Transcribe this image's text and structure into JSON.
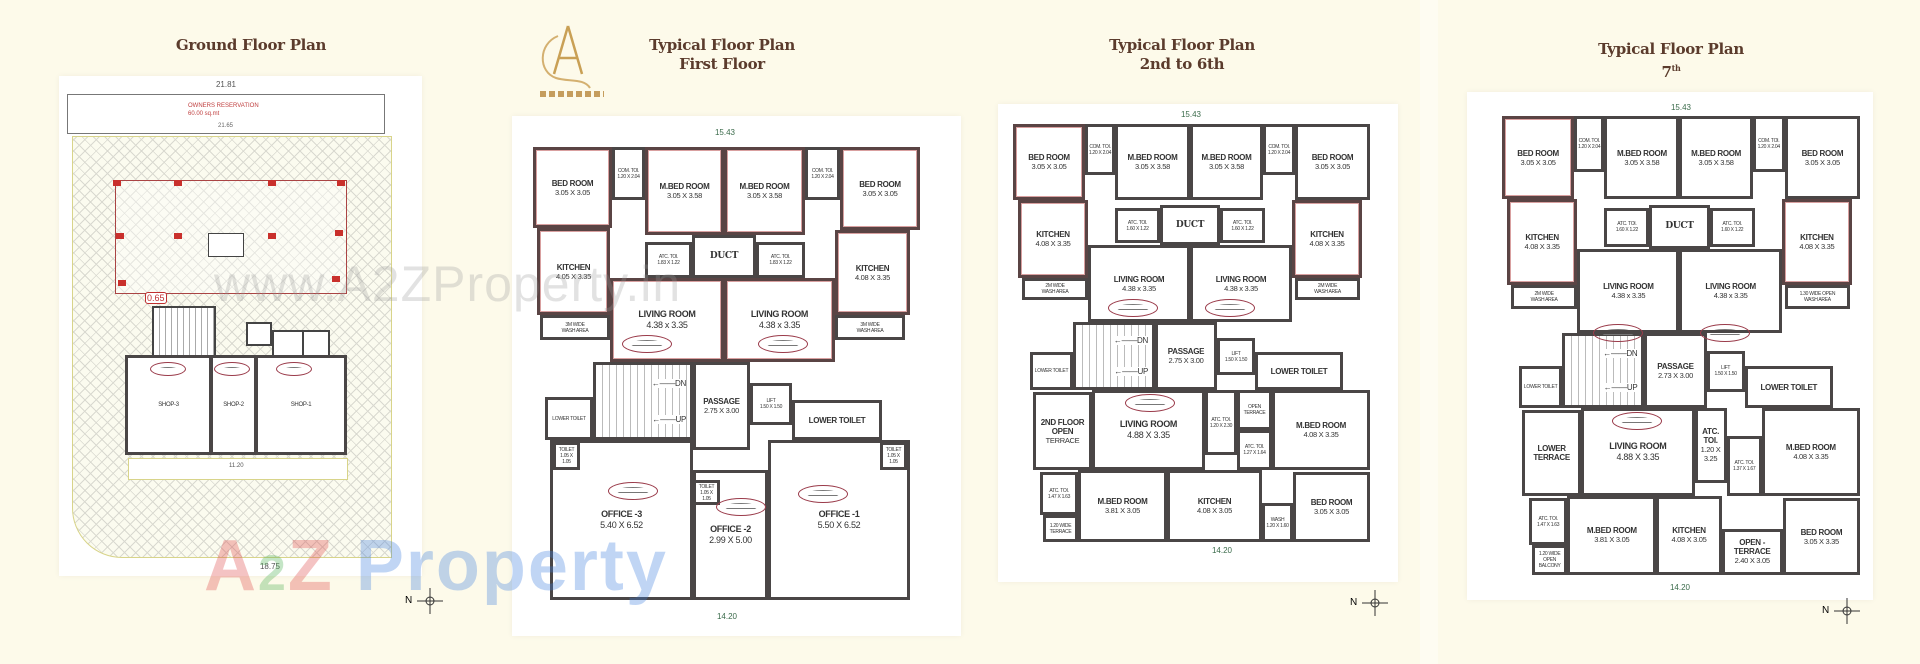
{
  "titles": {
    "ground": "Ground Floor Plan",
    "first_l1": "Typical Floor Plan",
    "first_l2": "First Floor",
    "typ_l1": "Typical Floor Plan",
    "typ_l2": "2nd to 6th",
    "top_l1": "Typical Floor Plan",
    "top_l2": "7",
    "top_sup": "th"
  },
  "watermark": {
    "site": "www.A2ZProperty.in",
    "brand_a": "A",
    "brand_2": "2",
    "brand_z": "Z",
    "brand_rest": "Property"
  },
  "colors": {
    "title": "#5b3b2c",
    "wall": "#4a4646",
    "logo_gold": "#c9a055",
    "brand_red": "#e04848",
    "brand_green": "#4caf50",
    "brand_blue": "#3f7fe0",
    "brand_orange": "#f0a030"
  },
  "compass_label": "N",
  "ground": {
    "reservation": "OWNERS RESERVATION",
    "reservation_area": "60.00 sq.mt",
    "dim_top": "21.81",
    "dim_inner": "21.65",
    "dim_bottom": "18.75",
    "dim_drive": "11.20",
    "dim_red": "0.65",
    "shops": [
      "SHOP-3",
      "SHOP-2",
      "SHOP-1"
    ]
  },
  "plans": {
    "first": {
      "dim_top": "15.43",
      "dim_bottom": "14.20",
      "rooms": [
        {
          "name": "BED ROOM",
          "size": "3.05 X 3.05"
        },
        {
          "name": "COM. TOI.",
          "size": "1.20 X 2.04"
        },
        {
          "name": "M.BED ROOM",
          "size": "3.05 X 3.58"
        },
        {
          "name": "M.BED ROOM",
          "size": "3.05 X 3.58"
        },
        {
          "name": "COM. TOI.",
          "size": "1.20 X 2.04"
        },
        {
          "name": "BED ROOM",
          "size": "3.05 X 3.05"
        },
        {
          "name": "ATC. TOI.",
          "size": "1.83 X 1.22"
        },
        {
          "name": "DUCT",
          "size": ""
        },
        {
          "name": "ATC. TOI.",
          "size": "1.83 X 1.22"
        },
        {
          "name": "KITCHEN",
          "size": "4.05 X 3.35"
        },
        {
          "name": "KITCHEN",
          "size": "4.08 X 3.35"
        },
        {
          "name": "3M WIDE",
          "size": "WASH AREA"
        },
        {
          "name": "3M WIDE",
          "size": "WASH AREA"
        },
        {
          "name": "LIVING ROOM",
          "size": "4.38 x 3.35"
        },
        {
          "name": "LIVING ROOM",
          "size": "4.38 x 3.35"
        },
        {
          "name": "DN",
          "size": "UP"
        },
        {
          "name": "PASSAGE",
          "size": "2.75 X 3.00"
        },
        {
          "name": "LIFT",
          "size": "1.50 X 1.50"
        },
        {
          "name": "LOWER TOILET",
          "size": ""
        },
        {
          "name": "LOWER TOILET",
          "size": ""
        },
        {
          "name": "OFFICE -3",
          "size": "5.40 X 6.52"
        },
        {
          "name": "OFFICE -2",
          "size": "2.99 X 5.00"
        },
        {
          "name": "OFFICE -1",
          "size": "5.50 X 6.52"
        },
        {
          "name": "TOILET",
          "size": "1.05 X 1.05"
        },
        {
          "name": "TOILET",
          "size": "1.05 X 1.05"
        },
        {
          "name": "TOILET",
          "size": "1.05 X 1.05"
        }
      ]
    },
    "typ": {
      "dim_top": "15.43",
      "dim_bottom": "14.20",
      "rooms": [
        {
          "name": "BED ROOM",
          "size": "3.05 X 3.05"
        },
        {
          "name": "COM. TOI.",
          "size": "1.20 X 2.04"
        },
        {
          "name": "M.BED ROOM",
          "size": "3.05 X 3.58"
        },
        {
          "name": "M.BED ROOM",
          "size": "3.05 X 3.58"
        },
        {
          "name": "COM. TOI.",
          "size": "1.20 X 2.04"
        },
        {
          "name": "BED ROOM",
          "size": "3.05 X 3.05"
        },
        {
          "name": "ATC. TOI.",
          "size": "1.60 X 1.22"
        },
        {
          "name": "DUCT",
          "size": ""
        },
        {
          "name": "ATC. TOI.",
          "size": "1.60 X 1.22"
        },
        {
          "name": "KITCHEN",
          "size": "4.08 X 3.35"
        },
        {
          "name": "KITCHEN",
          "size": "4.08 X 3.35"
        },
        {
          "name": "2M WIDE",
          "size": "WASH AREA"
        },
        {
          "name": "2M WIDE",
          "size": "WASH AREA"
        },
        {
          "name": "LIVING ROOM",
          "size": "4.38 x 3.35"
        },
        {
          "name": "LIVING ROOM",
          "size": "4.38 x 3.35"
        },
        {
          "name": "DN",
          "size": "UP"
        },
        {
          "name": "PASSAGE",
          "size": "2.75 X 3.00"
        },
        {
          "name": "LIFT",
          "size": "1.50 X 1.50"
        },
        {
          "name": "LOWER TOILET",
          "size": ""
        },
        {
          "name": "LOWER TOILET",
          "size": ""
        },
        {
          "name": "2ND FLOOR OPEN",
          "size": "TERRACE"
        },
        {
          "name": "LIVING ROOM",
          "size": "4.88 X 3.35"
        },
        {
          "name": "ATC. TOI.",
          "size": "1.20 X 2.30"
        },
        {
          "name": "OPEN",
          "size": "TERRACE"
        },
        {
          "name": "ATC. TOI.",
          "size": "1.27 X 1.64"
        },
        {
          "name": "M.BED ROOM",
          "size": "4.08 X 3.35"
        },
        {
          "name": "ATC. TOI.",
          "size": "1.47 X 1.63"
        },
        {
          "name": "1.20 WIDE",
          "size": "TERRACE"
        },
        {
          "name": "M.BED ROOM",
          "size": "3.81 X 3.05"
        },
        {
          "name": "KITCHEN",
          "size": "4.08 X 3.05"
        },
        {
          "name": "WASH",
          "size": "1.20 X 1.60"
        },
        {
          "name": "BED ROOM",
          "size": "3.05 X 3.05"
        }
      ]
    },
    "top": {
      "dim_top": "15.43",
      "dim_bottom": "14.20",
      "rooms": [
        {
          "name": "BED ROOM",
          "size": "3.05 X 3.05"
        },
        {
          "name": "COM. TOI.",
          "size": "1.20 X 2.04"
        },
        {
          "name": "M.BED ROOM",
          "size": "3.05 X 3.58"
        },
        {
          "name": "M.BED ROOM",
          "size": "3.05 X 3.58"
        },
        {
          "name": "COM. TOI.",
          "size": "1.20 X 2.04"
        },
        {
          "name": "BED ROOM",
          "size": "3.05 X 3.05"
        },
        {
          "name": "ATC. TOI.",
          "size": "1.60 X 1.22"
        },
        {
          "name": "DUCT",
          "size": ""
        },
        {
          "name": "ATC. TOI.",
          "size": "1.60 X 1.22"
        },
        {
          "name": "KITCHEN",
          "size": "4.08 X 3.35"
        },
        {
          "name": "KITCHEN",
          "size": "4.08 X 3.35"
        },
        {
          "name": "2M WIDE",
          "size": "WASH AREA"
        },
        {
          "name": "1.30 WIDE OPEN",
          "size": "WASH AREA"
        },
        {
          "name": "LIVING ROOM",
          "size": "4.38 x 3.35"
        },
        {
          "name": "LIVING ROOM",
          "size": "4.38 x 3.35"
        },
        {
          "name": "DN",
          "size": "UP"
        },
        {
          "name": "PASSAGE",
          "size": "2.73 X 3.00"
        },
        {
          "name": "LIFT",
          "size": "1.50 X 1.50"
        },
        {
          "name": "LOWER TOILET",
          "size": ""
        },
        {
          "name": "LOWER TOILET",
          "size": ""
        },
        {
          "name": "LOWER TERRACE",
          "size": ""
        },
        {
          "name": "LIVING ROOM",
          "size": "4.88 X 3.35"
        },
        {
          "name": "ATC. TOI.",
          "size": "1.20 X 3.25"
        },
        {
          "name": "ATC. TOI.",
          "size": "1.37 X 1.67"
        },
        {
          "name": "M.BED ROOM",
          "size": "4.08 X 3.35"
        },
        {
          "name": "ATC. TOI.",
          "size": "1.47 X 1.63"
        },
        {
          "name": "1.20 WIDE",
          "size": "OPEN BALCONY"
        },
        {
          "name": "M.BED ROOM",
          "size": "3.81 X 3.05"
        },
        {
          "name": "KITCHEN",
          "size": "4.08 X 3.05"
        },
        {
          "name": "OPEN - TERRACE",
          "size": "2.40 X 3.05"
        },
        {
          "name": "BED ROOM",
          "size": "3.05 X 3.35"
        }
      ]
    }
  }
}
